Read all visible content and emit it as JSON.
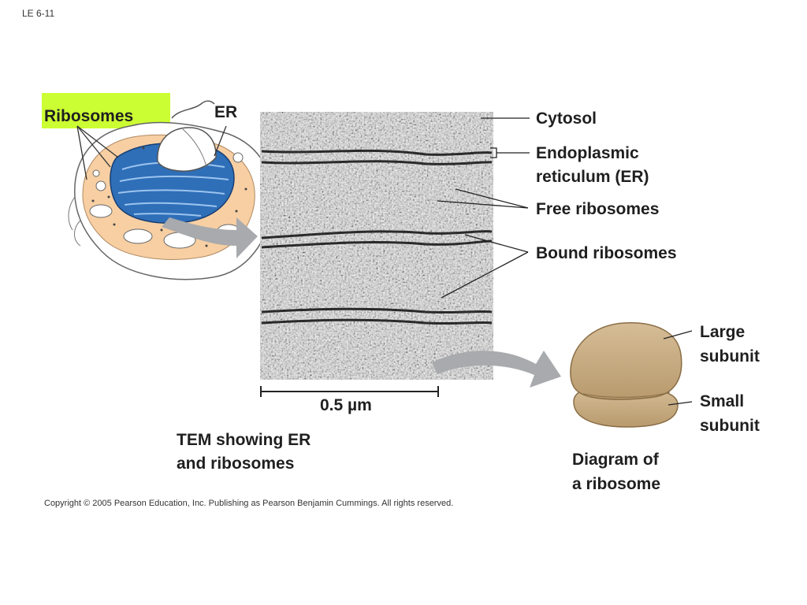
{
  "slide_id": "LE 6-11",
  "labels": {
    "ribosomes": "Ribosomes",
    "er": "ER",
    "cytosol": "Cytosol",
    "endoplasmic": "Endoplasmic",
    "reticulum": "reticulum (ER)",
    "free_ribosomes": "Free ribosomes",
    "bound_ribosomes": "Bound ribosomes",
    "scale_bar": "0.5 µm",
    "tem_caption_1": "TEM showing ER",
    "tem_caption_2": "and ribosomes",
    "large_1": "Large",
    "large_2": "subunit",
    "small_1": "Small",
    "small_2": "subunit",
    "diagram_caption_1": "Diagram of",
    "diagram_caption_2": "a ribosome"
  },
  "copyright": "Copyright © 2005 Pearson Education, Inc. Publishing as Pearson Benjamin Cummings. All rights reserved.",
  "colors": {
    "highlight": "#ccff33",
    "er_blue": "#2f6fb8",
    "cell_tan": "#f7cfa3",
    "arrow_gray": "#a8aaad",
    "ribosome_brown": "#c9ae86"
  }
}
